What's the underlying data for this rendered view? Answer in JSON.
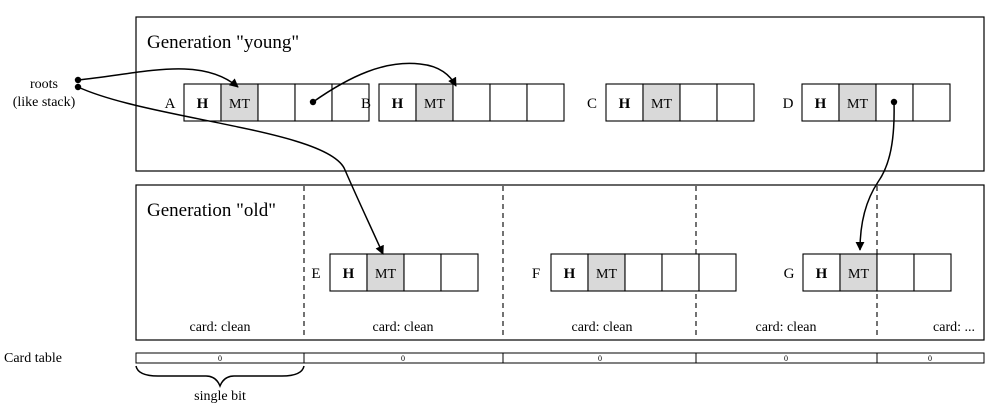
{
  "regions": {
    "young_title": "Generation \"young\"",
    "old_title": "Generation \"old\""
  },
  "roots": {
    "line1": "roots",
    "line2": "(like stack)"
  },
  "objects": {
    "A": {
      "label": "A",
      "header": "H",
      "type": "MT"
    },
    "B": {
      "label": "B",
      "header": "H",
      "type": "MT"
    },
    "C": {
      "label": "C",
      "header": "H",
      "type": "MT"
    },
    "D": {
      "label": "D",
      "header": "H",
      "type": "MT"
    },
    "E": {
      "label": "E",
      "header": "H",
      "type": "MT"
    },
    "F": {
      "label": "F",
      "header": "H",
      "type": "MT"
    },
    "G": {
      "label": "G",
      "header": "H",
      "type": "MT"
    }
  },
  "cards": {
    "labels": [
      "card: clean",
      "card: clean",
      "card: clean",
      "card: clean",
      "card: ..."
    ]
  },
  "card_table": {
    "title": "Card table",
    "bits": [
      "0",
      "0",
      "0",
      "0",
      "0"
    ],
    "brace_label": "single bit"
  },
  "colors": {
    "method_table_fill": "#d9d9d9",
    "stroke": "#000000"
  }
}
